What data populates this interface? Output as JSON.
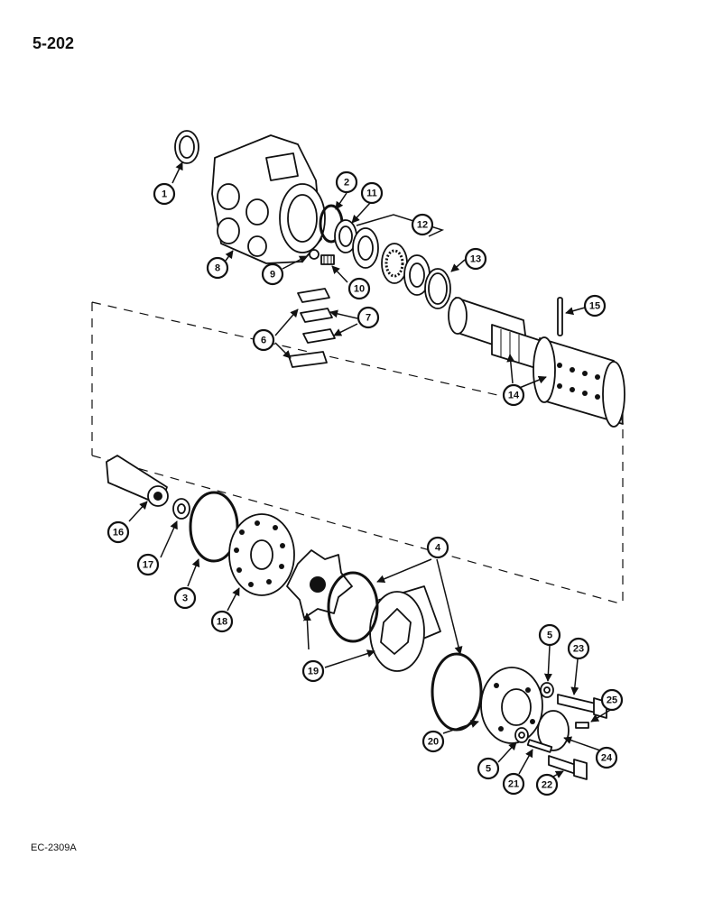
{
  "page_number": "5-202",
  "figure_code": "EC-2309A",
  "callouts": [
    "1",
    "2",
    "11",
    "12",
    "8",
    "9",
    "10",
    "13",
    "15",
    "6",
    "7",
    "14",
    "16",
    "17",
    "3",
    "18",
    "4",
    "19",
    "5",
    "23",
    "25",
    "20",
    "24",
    "21",
    "22"
  ]
}
